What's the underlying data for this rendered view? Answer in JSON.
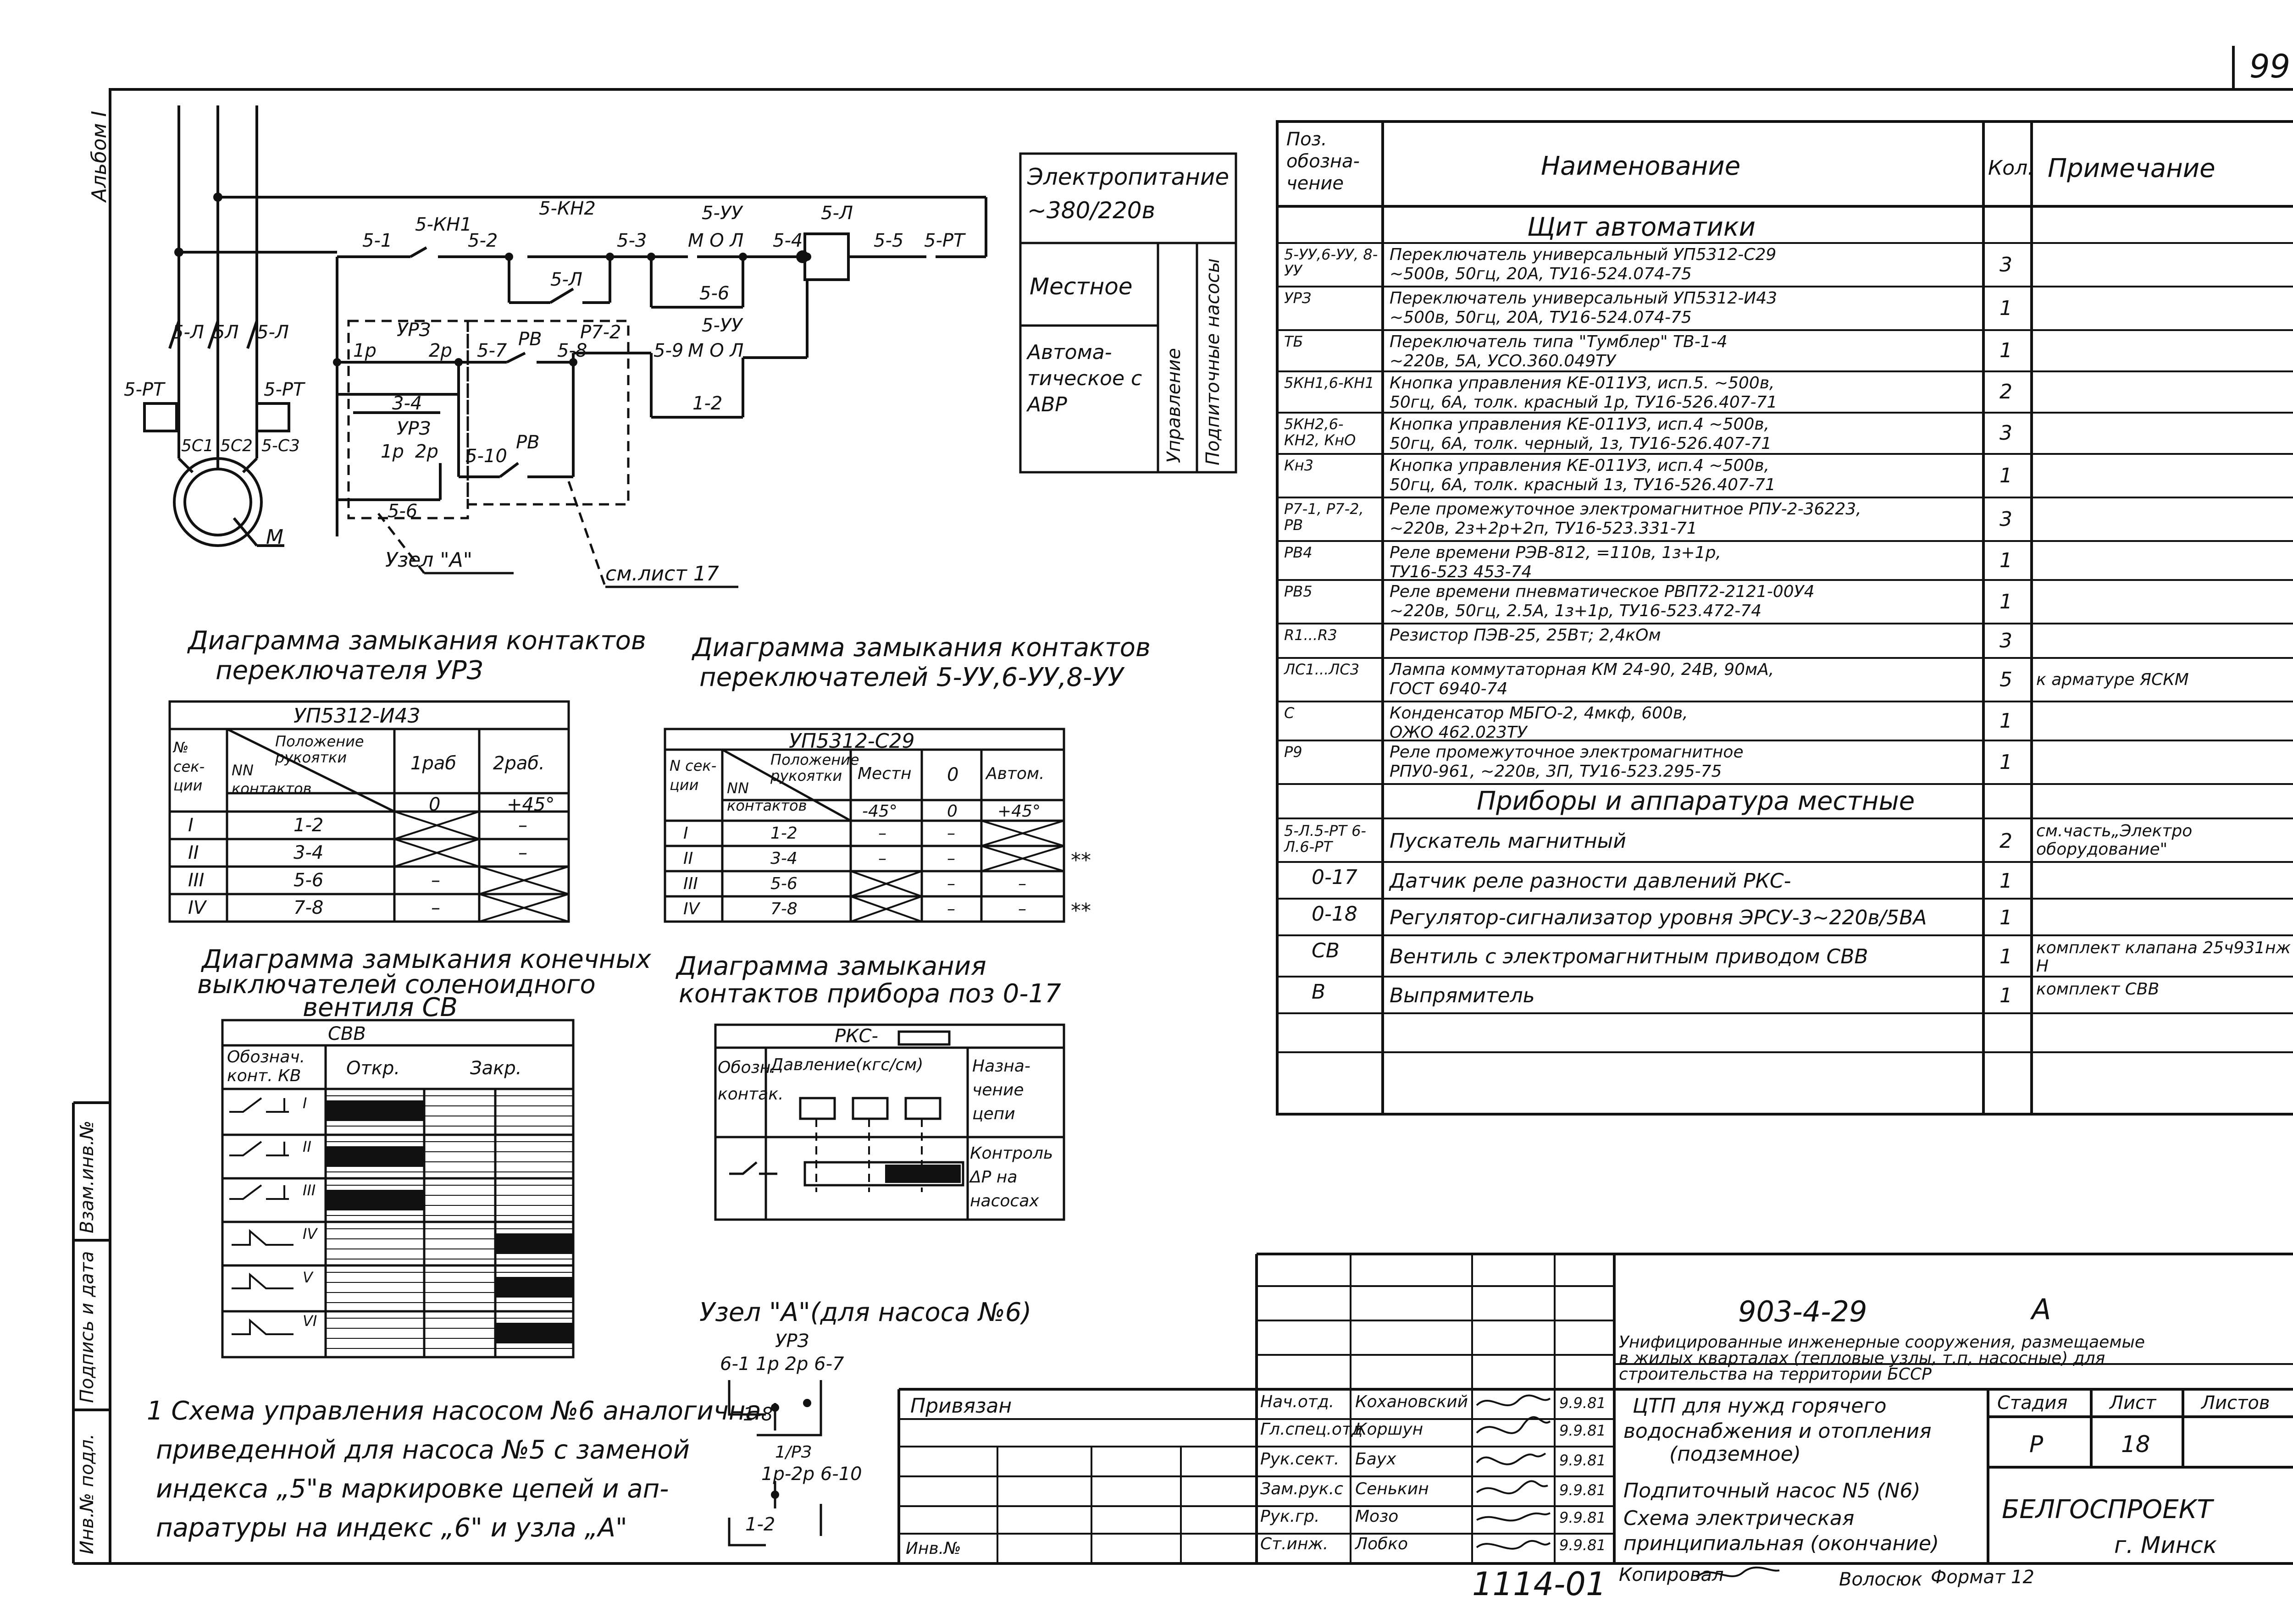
{
  "page_number": "99",
  "album_label": "Альбом I",
  "side_stamp": [
    "Инв.№ подл.",
    "Подпись и дата",
    "Взам.инв.№"
  ],
  "power_box": {
    "title": "Электропитание ~380/220в",
    "local": "Местное",
    "auto": "Автома-тическое с АВР",
    "vertical_1": "Управление",
    "vertical_2": "Подпиточные насосы"
  },
  "schematic_labels": {
    "s1": "5-1",
    "kh1": "5-КН1",
    "s2": "5-2",
    "kh2": "5-КН2",
    "s3": "5-3",
    "uy": "5-УУ",
    "mol": "М О Л",
    "s4": "5-4",
    "l": "5-Л",
    "s5": "5-5",
    "rt": "5-РТ",
    "sl": "5-Л",
    "s6": "5-6",
    "ur3": "УРЗ",
    "p1": "1р",
    "p2": "2р",
    "s7": "5-7",
    "pb": "РВ",
    "s8": "5-8",
    "p72": "Р7-2",
    "s9": "5-9",
    "uy2": "5-УУ",
    "mol2": "М О Л",
    "s34": "3-4",
    "s12": "1-2",
    "ur3b": "УРЗ",
    "p1b": "1р",
    "p2b": "2р",
    "s10": "5-10",
    "pb2": "РВ",
    "s56": "5-6",
    "m": "М",
    "node_a": "Узел \"А\"",
    "see_sheet": "см.лист 17",
    "contactors": [
      "5-Л",
      "5Л",
      "5-Л"
    ],
    "rt_left": "5-РТ",
    "rt_right": "5-РТ",
    "c1": "5С1",
    "c2": "5С2",
    "c3": "5-С3"
  },
  "diag1": {
    "title_1": "Диаграмма замыкания контактов",
    "title_2": "переключателя УРЗ",
    "model": "УП5312-И43",
    "h_section": "№ сек-ции",
    "h_position": "Положение рукоятки",
    "h_contacts": "NN контактов",
    "h_1": "1раб",
    "h_2": "2раб.",
    "angle_1": "0",
    "angle_2": "+45°",
    "rows": [
      {
        "sec": "I",
        "con": "1-2",
        "c1": "X",
        "c2": "–"
      },
      {
        "sec": "II",
        "con": "3-4",
        "c1": "X",
        "c2": "–"
      },
      {
        "sec": "III",
        "con": "5-6",
        "c1": "–",
        "c2": "X"
      },
      {
        "sec": "IV",
        "con": "7-8",
        "c1": "–",
        "c2": "X"
      }
    ]
  },
  "diag2": {
    "title_1": "Диаграмма замыкания контактов",
    "title_2": "переключателей 5-УУ,6-УУ,8-УУ",
    "model": "УП5312-С29",
    "h_section": "N сек-ции",
    "h_position": "Положение рукоятки",
    "h_contacts": "NN контактов",
    "h_1": "Местн",
    "h_2": "0",
    "h_3": "Автом.",
    "angle_1": "-45°",
    "angle_2": "0",
    "angle_3": "+45°",
    "rows": [
      {
        "sec": "I",
        "con": "1-2",
        "c1": "–",
        "c2": "–",
        "c3": "X",
        "mark": ""
      },
      {
        "sec": "II",
        "con": "3-4",
        "c1": "–",
        "c2": "–",
        "c3": "X",
        "mark": "**"
      },
      {
        "sec": "III",
        "con": "5-6",
        "c1": "X",
        "c2": "–",
        "c3": "–",
        "mark": ""
      },
      {
        "sec": "IV",
        "con": "7-8",
        "c1": "X",
        "c2": "–",
        "c3": "–",
        "mark": "**"
      }
    ]
  },
  "diag3": {
    "title_1": "Диаграмма замыкания конечных",
    "title_2": "выключателей соленоидного",
    "title_3": "вентиля СВ",
    "model": "СВВ",
    "h_symbol": "Обознач. конт. КВ",
    "h_open": "Откр.",
    "h_close": "Закр.",
    "rows": [
      "I",
      "II",
      "III",
      "IV",
      "V",
      "VI"
    ]
  },
  "diag4": {
    "title_1": "Диаграмма замыкания",
    "title_2": "контактов прибора поз 0-17",
    "model": "РКС-",
    "h_symbol": "Обозн. контак.",
    "h_pressure": "Давление(кгс/см)",
    "h_purpose": "Назна-чение цепи",
    "purpose": "Контроль ΔР на насосах"
  },
  "node_a2": {
    "title": "Узел \"А\"(для насоса №6)",
    "ur3": "УРЗ",
    "top": "6-1 1р  2р  6-7",
    "s18": "1-8",
    "ur3b": "1/РЗ",
    "bot": "1р-2р  6-10",
    "s12": "1-2"
  },
  "note": [
    "1 Схема управления насосом №6 аналогична",
    "приведенной для насоса №5 с заменой",
    "индекса „5\"в маркировке цепей и ап-",
    "паратуры на индекс „6\" и узла „А\""
  ],
  "spec": {
    "h_pos": "Поз. обозна-чение",
    "h_name": "Наименование",
    "h_qty": "Кол.",
    "h_note": "Примечание",
    "section_1": "Щит автоматики",
    "section_2": "Приборы и аппаратура местные",
    "rows": [
      {
        "pos": "5-УУ,6-УУ, 8-УУ",
        "name": [
          "Переключатель универсальный УП5312-С29",
          "~500в, 50гц, 20А, ТУ16-524.074-75"
        ],
        "qty": "3",
        "note": ""
      },
      {
        "pos": "УРЗ",
        "name": [
          "Переключатель универсальный УП5312-И43",
          "~500в, 50гц, 20А, ТУ16-524.074-75"
        ],
        "qty": "1",
        "note": ""
      },
      {
        "pos": "ТБ",
        "name": [
          "Переключатель типа \"Тумблер\" ТВ-1-4",
          "~220в, 5А, УСО.360.049ТУ"
        ],
        "qty": "1",
        "note": ""
      },
      {
        "pos": "5КН1,6-КН1",
        "name": [
          "Кнопка управления КЕ-011УЗ, исп.5. ~500в,",
          "50гц, 6А, толк. красный 1р, ТУ16-526.407-71"
        ],
        "qty": "2",
        "note": ""
      },
      {
        "pos": "5КН2,6-КН2, КнО",
        "name": [
          "Кнопка управления КЕ-011УЗ, исп.4 ~500в,",
          "50гц, 6А, толк. черный, 1з, ТУ16-526.407-71"
        ],
        "qty": "3",
        "note": ""
      },
      {
        "pos": "Кн3",
        "name": [
          "Кнопка управления КЕ-011УЗ, исп.4 ~500в,",
          "50гц, 6А, толк. красный 1з, ТУ16-526.407-71"
        ],
        "qty": "1",
        "note": ""
      },
      {
        "pos": "Р7-1, Р7-2, РВ",
        "name": [
          "Реле промежуточное электромагнитное РПУ-2-36223,",
          "~220в, 2з+2р+2п, ТУ16-523.331-71"
        ],
        "qty": "3",
        "note": ""
      },
      {
        "pos": "РВ4",
        "name": [
          "Реле времени РЭВ-812, =110в, 1з+1р,",
          "ТУ16-523 453-74"
        ],
        "qty": "1",
        "note": ""
      },
      {
        "pos": "РВ5",
        "name": [
          "Реле времени пневматическое РВП72-2121-00У4",
          "~220в, 50гц, 2.5А, 1з+1р, ТУ16-523.472-74"
        ],
        "qty": "1",
        "note": ""
      },
      {
        "pos": "R1...R3",
        "name": [
          "Резистор ПЭВ-25, 25Вт; 2,4кОм"
        ],
        "qty": "3",
        "note": ""
      },
      {
        "pos": "ЛС1...ЛС3",
        "name": [
          "Лампа коммутаторная КМ 24-90, 24В, 90мА,",
          "ГОСТ 6940-74"
        ],
        "qty": "5",
        "note": "к арматуре ЯСКМ"
      },
      {
        "pos": "С",
        "name": [
          "Конденсатор МБГО-2, 4мкф, 600в,",
          "ОЖО 462.023ТУ"
        ],
        "qty": "1",
        "note": ""
      },
      {
        "pos": "Р9",
        "name": [
          "Реле промежуточное электромагнитное",
          "РПУ0-961, ~220в, 3П, ТУ16-523.295-75"
        ],
        "qty": "1",
        "note": ""
      }
    ],
    "rows2": [
      {
        "pos": "5-Л.5-РТ 6-Л.6-РТ",
        "name": "Пускатель магнитный",
        "qty": "2",
        "note": "см.часть„Электро оборудование\""
      },
      {
        "pos": "0-17",
        "name": "Датчик реле разности давлений РКС-",
        "qty": "1",
        "note": ""
      },
      {
        "pos": "0-18",
        "name": "Регулятор-сигнализатор уровня ЭРСУ-3~220в/5ВА",
        "qty": "1",
        "note": ""
      },
      {
        "pos": "СВ",
        "name": "Вентиль с электромагнитным приводом СВВ",
        "qty": "1",
        "note": "комплект клапана 25ч931нж Н"
      },
      {
        "pos": "В",
        "name": "Выпрямитель",
        "qty": "1",
        "note": "комплект СВВ"
      }
    ]
  },
  "stamp": {
    "doc_code": "903-4-29",
    "variant": "А",
    "project": [
      "Унифицированные инженерные сооружения, размещаемые",
      "в жилых кварталах (тепловые узлы, т.п, насосные) для",
      "строительства на территории БССР"
    ],
    "object": [
      "ЦТП для нужд горячего",
      "водоснабжения и отопления",
      "(подземное)"
    ],
    "sheet_title": [
      "Подпиточный насос N5 (N6)",
      "Схема электрическая",
      "принципиальная (окончание)"
    ],
    "h_stage": "Стадия",
    "h_sheet": "Лист",
    "h_sheets": "Листов",
    "stage": "Р",
    "sheet": "18",
    "sheets": "",
    "org_1": "БЕЛГОСПРОЕКТ",
    "org_2": "г. Минск",
    "tied": "Привязан",
    "inv": "Инв.№",
    "people": [
      {
        "role": "Нач.отд.",
        "name": "Кохановский",
        "date": "9.9.81"
      },
      {
        "role": "Гл.спец.отд",
        "name": "Коршун",
        "date": "9.9.81"
      },
      {
        "role": "Рук.сект.",
        "name": "Баух",
        "date": "9.9.81"
      },
      {
        "role": "Зам.рук.с",
        "name": "Сенькин",
        "date": "9.9.81"
      },
      {
        "role": "Рук.гр.",
        "name": "Мозо",
        "date": "9.9.81"
      },
      {
        "role": "Ст.инж.",
        "name": "Лобко",
        "date": "9.9.81"
      }
    ],
    "copy_num": "1114-01",
    "copied": "Копировал",
    "copier": "Волосюк",
    "format": "Формат 12"
  }
}
